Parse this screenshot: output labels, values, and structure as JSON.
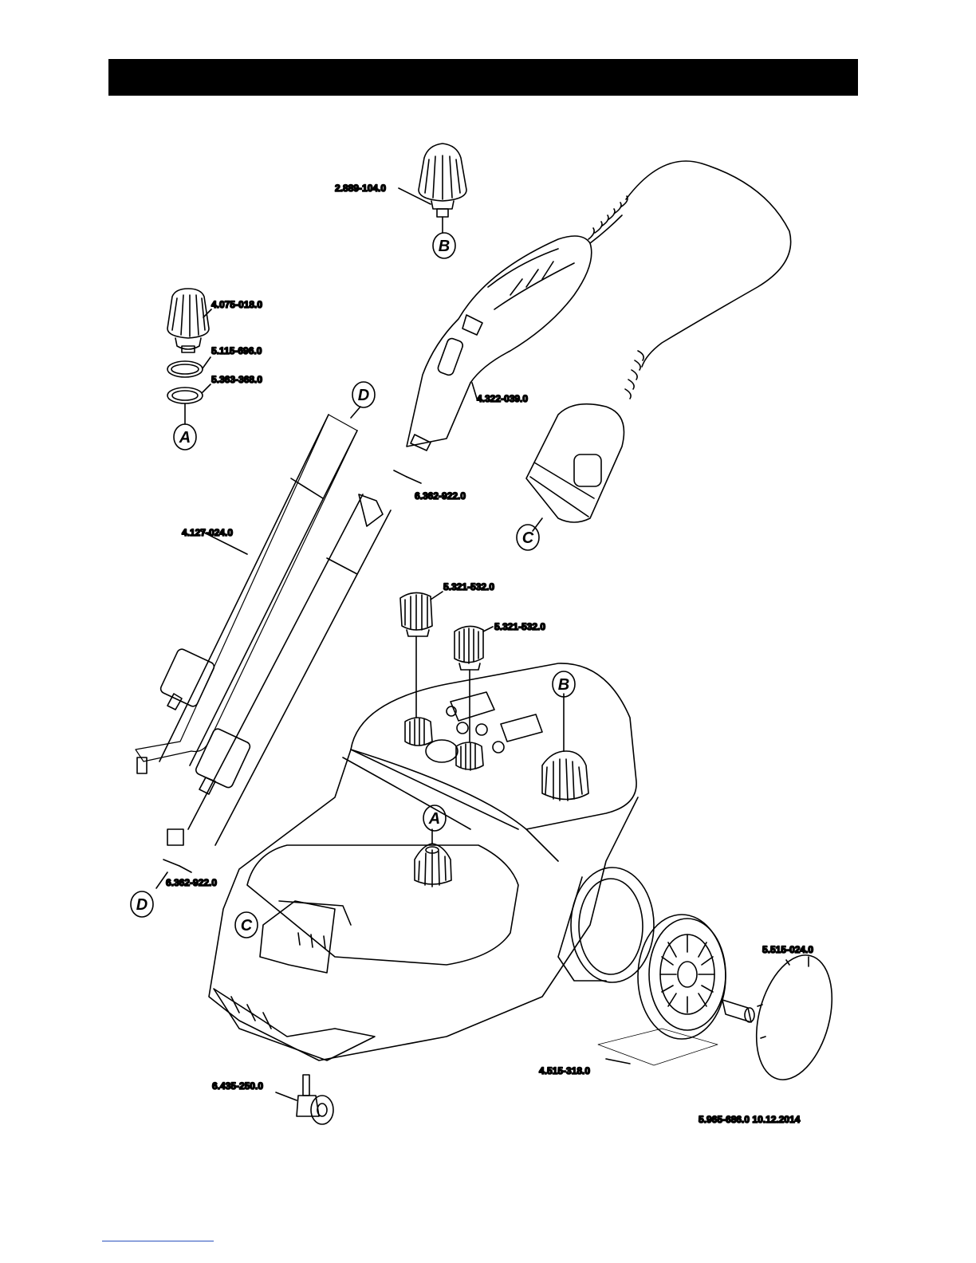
{
  "parts": {
    "valve_cap": "2.889-104.0",
    "knob_top": "4.075-018.0",
    "gasket_1": "5.115-696.0",
    "gasket_2": "5.363-368.0",
    "hand_gun": "4.322-039.0",
    "oring_upper": "6.362-922.0",
    "extension_tube": "4.127-024.0",
    "rotary_knob_1": "5.321-532.0",
    "rotary_knob_2": "5.321-532.0",
    "oring_lower": "6.362-922.0",
    "hubcap": "5.515-024.0",
    "wheel": "4.515-318.0",
    "caster": "6.435-250.0"
  },
  "callouts": {
    "a": "A",
    "b": "B",
    "c": "C",
    "d": "D"
  },
  "footer": {
    "doc_number": "5.965-686.0  10.12.2014"
  }
}
